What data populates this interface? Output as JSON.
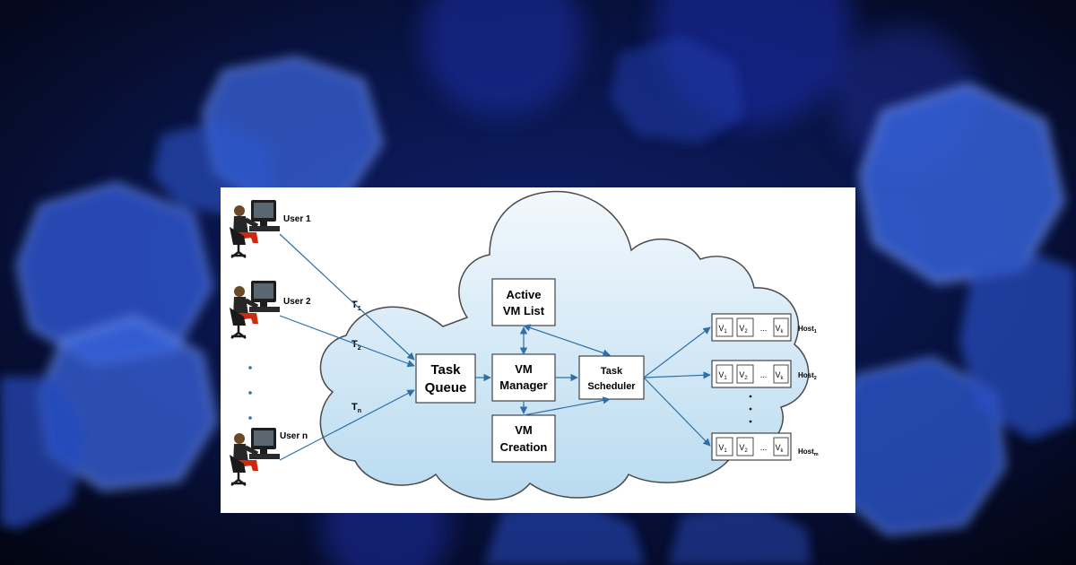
{
  "users": [
    {
      "label": "User 1",
      "task": "T",
      "task_sub": "1"
    },
    {
      "label": "User 2",
      "task": "T",
      "task_sub": "2"
    },
    {
      "label": "User n",
      "task": "T",
      "task_sub": "n"
    }
  ],
  "boxes": {
    "task_queue": [
      "Task",
      "Queue"
    ],
    "active_vm_list": [
      "Active",
      "VM List"
    ],
    "vm_manager": [
      "VM",
      "Manager"
    ],
    "vm_creation": [
      "VM",
      "Creation"
    ],
    "task_scheduler": [
      "Task",
      "Scheduler"
    ]
  },
  "hosts": [
    {
      "label": "Host",
      "sub": "1"
    },
    {
      "label": "Host",
      "sub": "2"
    },
    {
      "label": "Host",
      "sub": "m"
    }
  ],
  "vm_slots": [
    {
      "label": "V",
      "sub": "1"
    },
    {
      "label": "V",
      "sub": "2"
    },
    {
      "label": "...",
      "sub": ""
    },
    {
      "label": "V",
      "sub": "k"
    }
  ],
  "colors": {
    "arrow": "#2f6fa6",
    "cloud_top": "#f2f8fd",
    "cloud_bottom": "#b9dbf0",
    "cloud_stroke": "#4a4a4a",
    "shirt": "#2a2a2a",
    "pants": "#cc2a10"
  }
}
